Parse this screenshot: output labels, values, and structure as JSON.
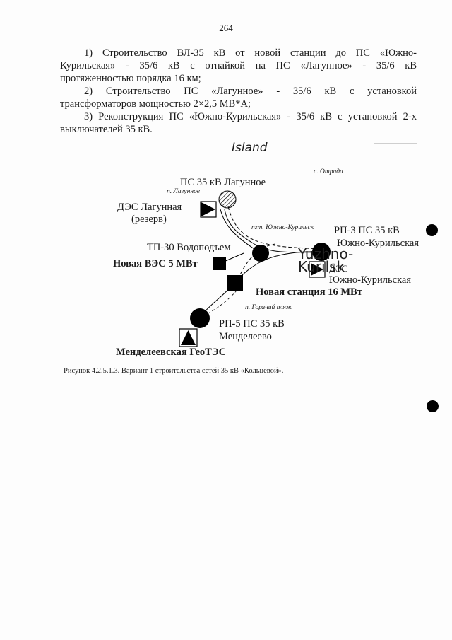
{
  "page_number": "264",
  "paragraphs": {
    "p1_l1": "1) Строительство ВЛ-35 кВ от новой станции до ПС «Южно-",
    "p1_l2": "Курильская» - 35/6 кВ с отпайкой на ПС «Лагунное» - 35/6 кВ",
    "p1_l3": "протяженностью порядка 16 км;",
    "p2_l1": "2) Строительство ПС «Лагунное» - 35/6 кВ с установкой",
    "p2_l2": "трансформаторов мощностью 2×2,5 МВ*А;",
    "p3_l1": "3) Реконструкция ПС «Южно-Курильская» - 35/6 кВ с установкой 2-х",
    "p3_l2": "выключателей 35 кВ."
  },
  "diagram": {
    "island_label": "Island",
    "labels": {
      "otrada": "с. Отрада",
      "ps_lagunnoe": "ПС 35 кВ Лагунное",
      "p_lagunnoe": "п. Лагунное",
      "des_lagunnaya": "ДЭС Лагунная",
      "reserve": "(резерв)",
      "pgt_yuzhno": "пгт. Южно-Курильск",
      "rp3": "РП-3 ПС 35 кВ",
      "yuzhno_kurilskaya_1": "Южно-Курильская",
      "tp30": "ТП-30 Водоподъем",
      "new_ves": "Новая ВЭС 5 МВт",
      "yuzhno_kurilsk_overlay": "Yuzhno-Kurilsk",
      "des": "ДЭС",
      "yuzhno_kurilskaya_2": "Южно-Курильская",
      "new_station": "Новая станция 16 МВт",
      "goryachiy_plyazh": "п. Горячий пляж",
      "rp5": "РП-5 ПС 35 кВ",
      "mendeleevo": "Менделеево",
      "mendeleevskaya_geotes": "Менделеевская ГеоТЭС"
    }
  },
  "caption": "Рисунок 4.2.5.1.3. Вариант 1 строительства сетей 35 кВ «Кольцевой»."
}
